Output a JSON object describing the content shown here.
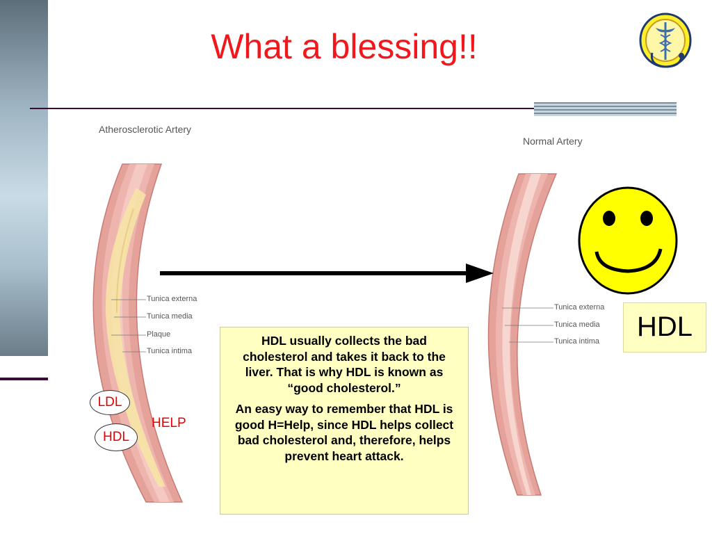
{
  "slide": {
    "title": "What a blessing!!"
  },
  "left_artery": {
    "label": "Atherosclerotic Artery",
    "layers": [
      "Tunica externa",
      "Tunica media",
      "Plaque",
      "Tunica intima"
    ]
  },
  "right_artery": {
    "label": "Normal Artery",
    "layers": [
      "Tunica externa",
      "Tunica media",
      "Tunica intima"
    ]
  },
  "badges": {
    "ldl": "LDL",
    "hdl_small": "HDL",
    "help": "HELP",
    "hdl_big": "HDL"
  },
  "info_box": {
    "paragraph1": "HDL usually collects the bad cholesterol and takes it back to the liver.  That is why HDL is known as “good cholesterol.”",
    "paragraph2": "An easy way to remember that HDL is good H=Help, since HDL helps collect bad cholesterol and, therefore, helps prevent heart attack."
  },
  "colors": {
    "title": "#f0181c",
    "accent_line": "#3b0a36",
    "note_background": "#ffffc2",
    "smiley": "#ffff00",
    "artery": "#e5a29b"
  },
  "icons": {
    "logo": "caduceus-logo-icon",
    "smiley": "smiley-face-icon",
    "arrow": "right-arrow-icon"
  }
}
